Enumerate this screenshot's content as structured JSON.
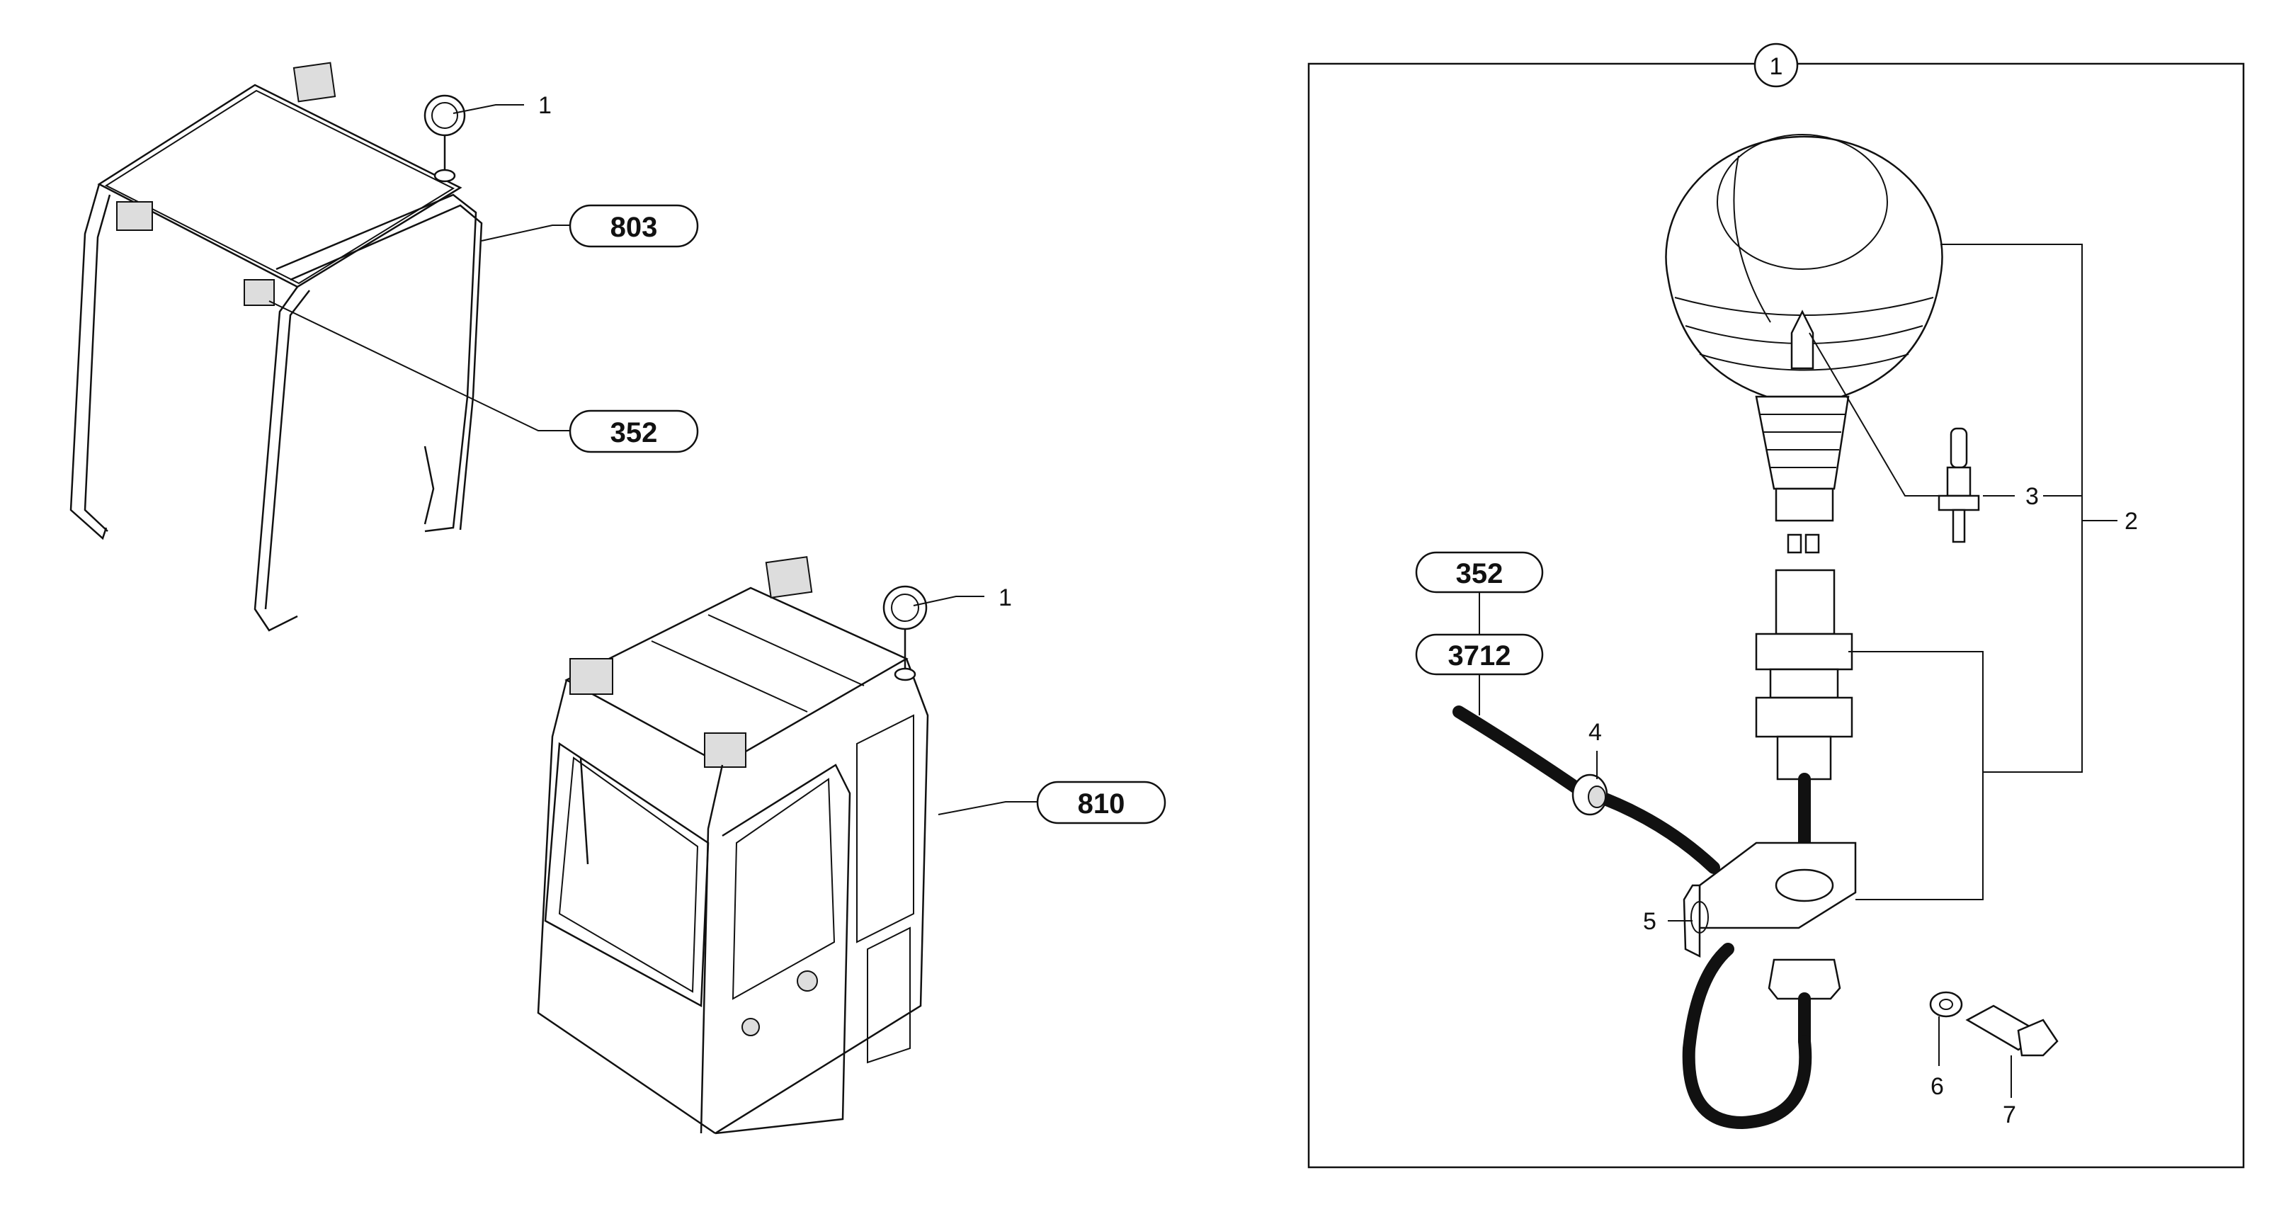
{
  "canopy_callouts": {
    "lamp": "1",
    "ref_frame": "803",
    "ref_lamp": "352"
  },
  "cab_callouts": {
    "lamp": "1",
    "ref_cab": "810"
  },
  "detail": {
    "group": "1",
    "ref_a": "352",
    "ref_b": "3712",
    "parts": {
      "lamp_assembly": "2",
      "bulb": "3",
      "grommet": "4",
      "bracket": "5",
      "washer": "6",
      "bolt": "7"
    }
  }
}
